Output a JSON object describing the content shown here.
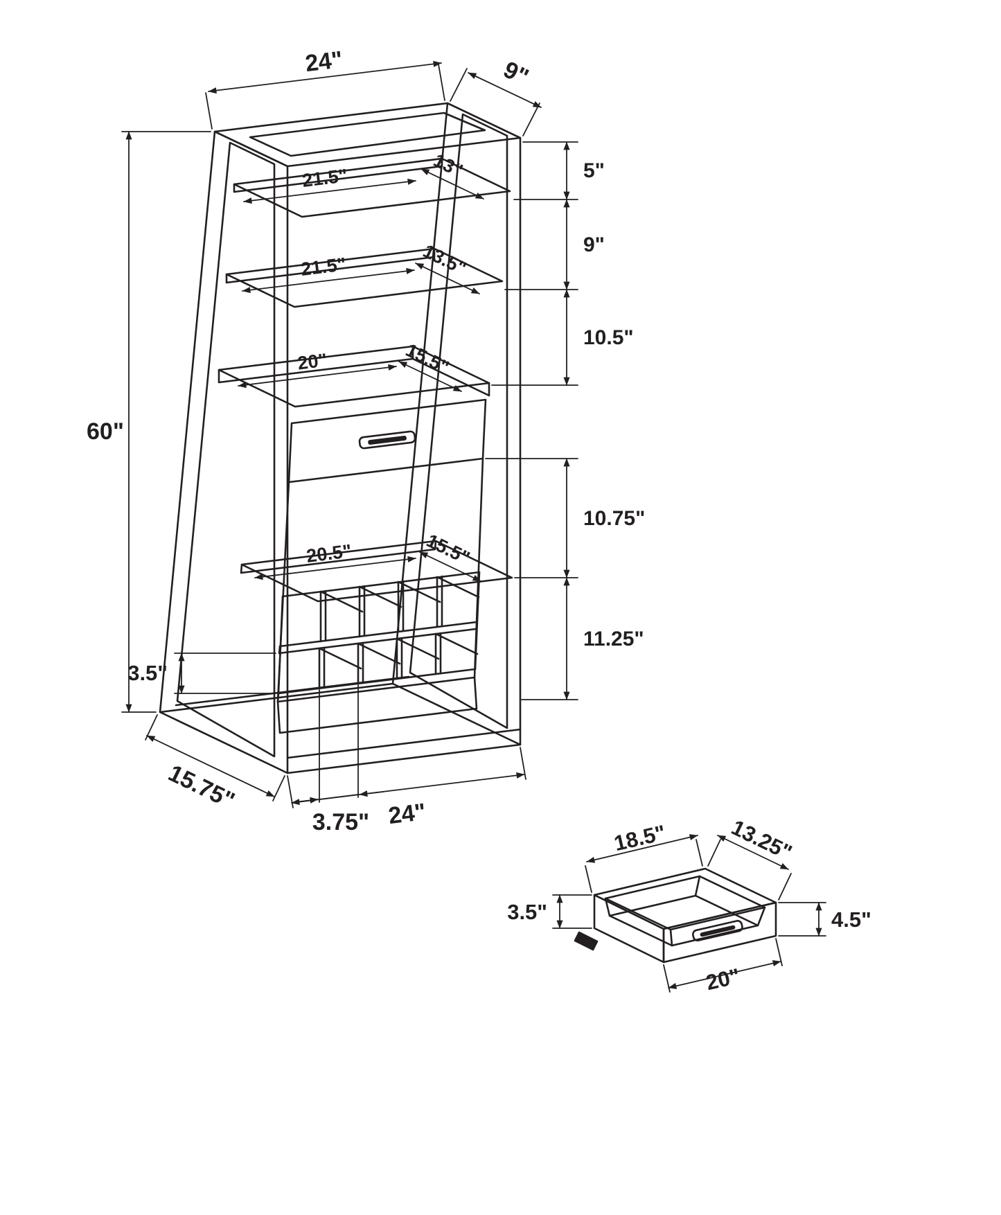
{
  "colors": {
    "line": "#231f20",
    "background": "#ffffff"
  },
  "unit_view": {
    "description": "ladder-style bar unit with shelves, drawer and wine rack",
    "dims": {
      "top_width": "24\"",
      "top_depth": "9\"",
      "overall_height": "60\"",
      "top_to_shelf1": "5\"",
      "shelf1_to_shelf2": "9\"",
      "shelf2_to_counter": "10.5\"",
      "drawer_to_shelf": "10.75\"",
      "shelf_to_base": "11.25\"",
      "shelf1_width": "21.5\"",
      "shelf1_depth": "13\"",
      "shelf2_width": "21.5\"",
      "shelf2_depth": "13.5\"",
      "counter_width": "20\"",
      "counter_depth": "15.5\"",
      "lower_shelf_width": "20.5\"",
      "lower_shelf_depth": "15.5\"",
      "wine_cell_height": "3.5\"",
      "wine_cell_width": "3.75\"",
      "base_depth": "15.75\"",
      "base_width": "24\""
    }
  },
  "drawer_view": {
    "description": "drawer detail",
    "dims": {
      "inner_width": "18.5\"",
      "depth": "13.25\"",
      "front_height": "4.5\"",
      "side_height": "3.5\"",
      "outer_width": "20\""
    }
  }
}
